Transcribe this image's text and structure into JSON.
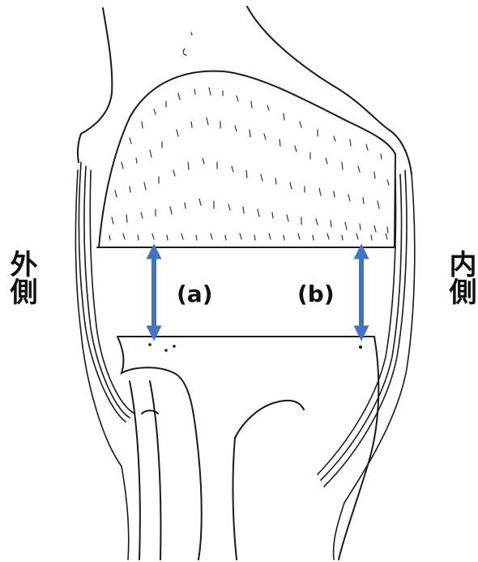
{
  "labels": {
    "lateral": "外側",
    "medial": "内側",
    "gap_a": "(a)",
    "gap_b": "(b)"
  },
  "colors": {
    "arrow": "#4472C4",
    "line": "#1a1a1a",
    "background": "#ffffff"
  }
}
